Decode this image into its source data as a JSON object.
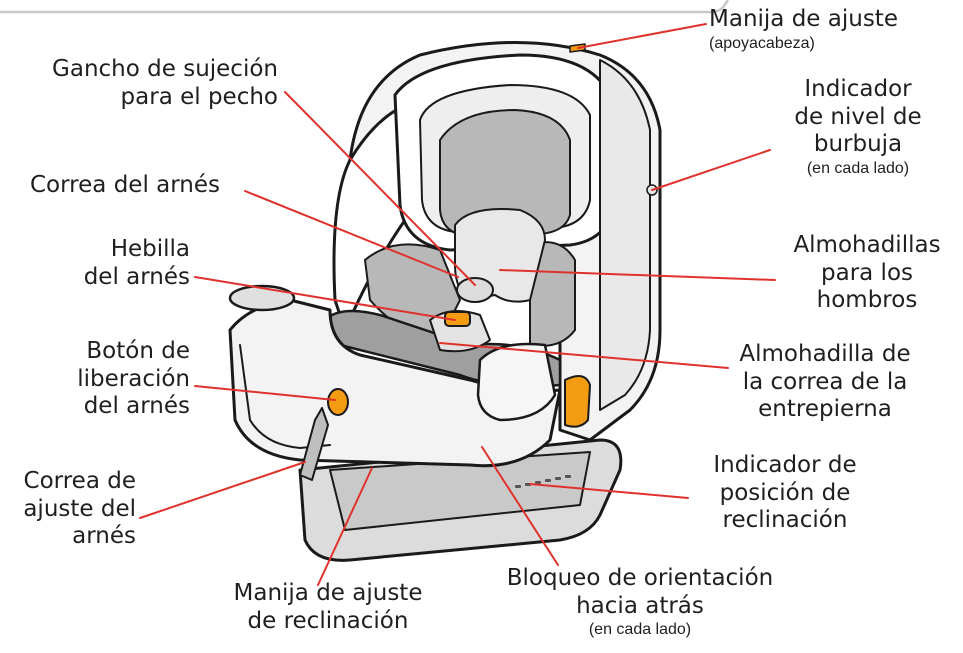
{
  "labels": {
    "headrest_handle": {
      "line1": "Manija de ajuste",
      "note": "(apoyacabeza)"
    },
    "chest_clip": {
      "line1": "Gancho de sujeción",
      "line2": "para el pecho"
    },
    "bubble_indicator": {
      "line1": "Indicador",
      "line2": "de nivel de",
      "line3": "burbuja",
      "note": "(en cada lado)"
    },
    "harness_strap": {
      "line1": "Correa del arnés"
    },
    "harness_buckle": {
      "line1": "Hebilla",
      "line2": "del arnés"
    },
    "shoulder_pads": {
      "line1": "Almohadillas",
      "line2": "para los",
      "line3": "hombros"
    },
    "release_button": {
      "line1": "Botón de",
      "line2": "liberación",
      "line3": "del arnés"
    },
    "crotch_pad": {
      "line1": "Almohadilla de",
      "line2": "la correa de la",
      "line3": "entrepierna"
    },
    "adjust_strap": {
      "line1": "Correa de",
      "line2": "ajuste del",
      "line3": "arnés"
    },
    "recline_indicator": {
      "line1": "Indicador de",
      "line2": "posición de",
      "line3": "reclinación"
    },
    "recline_handle": {
      "line1": "Manija de ajuste",
      "line2": "de reclinación"
    },
    "rear_lock": {
      "line1": "Bloqueo de orientación",
      "line2": "hacia atrás",
      "note": "(en cada lado)"
    }
  },
  "colors": {
    "leader_line": "#e0322d",
    "text": "#1f1f1f",
    "accent_orange": "#f39c12",
    "seat_gray": "#b8b8b8",
    "seat_light": "#f2f2f2",
    "outline": "#1a1a1a"
  },
  "icons": [
    "car-seat-illustration"
  ]
}
